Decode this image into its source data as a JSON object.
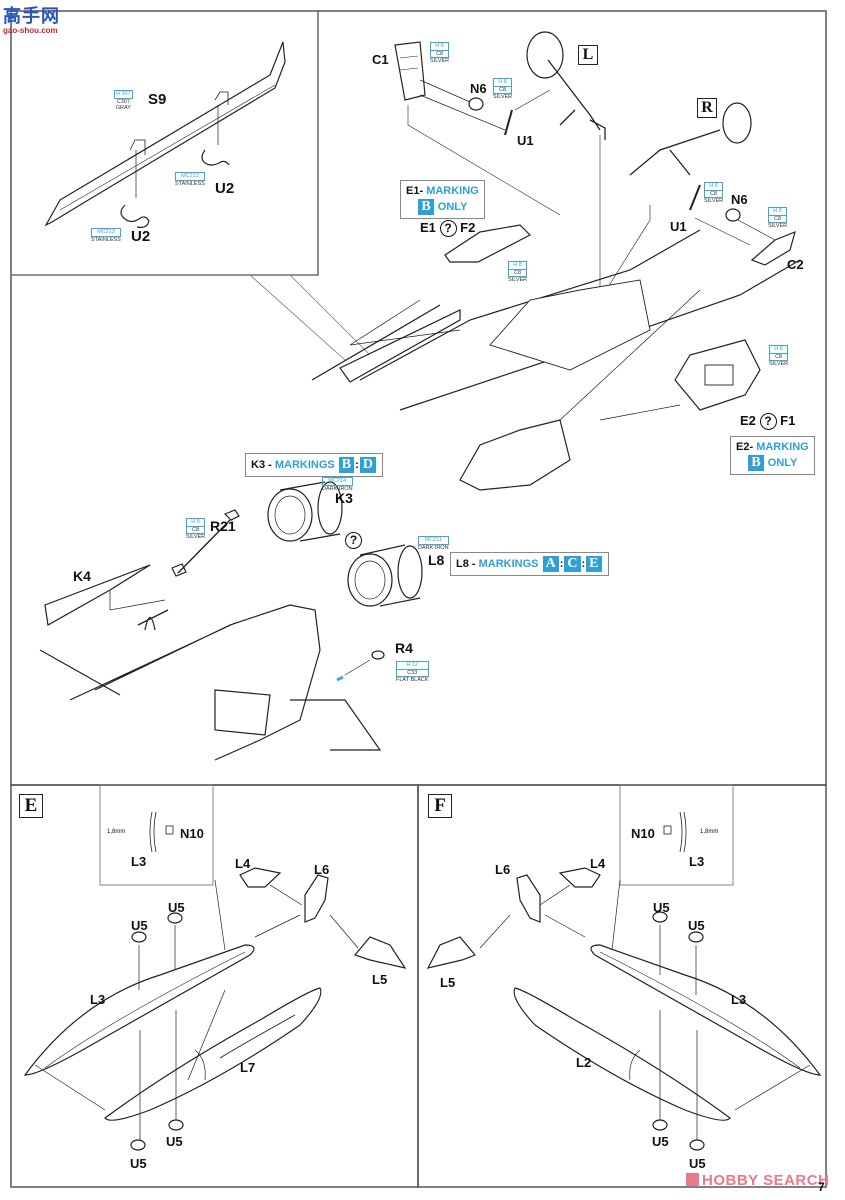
{
  "watermark_top": {
    "brand": "高手网",
    "site": "gao-shou.com"
  },
  "watermark_bottom": {
    "brand": "HOBBY SEARCH"
  },
  "page_number": "7",
  "top_section": {
    "inset": {
      "parts": {
        "s9": "S9",
        "u2a": "U2",
        "u2b": "U2"
      },
      "paint_s9": {
        "code": "H 307",
        "ref": "C307",
        "name": "GRAY"
      },
      "paint_u2a": {
        "code": "MC213",
        "name": "STAINLESS"
      },
      "paint_u2b": {
        "code": "MC213",
        "name": "STAINLESS"
      }
    },
    "parts": {
      "c1": "C1",
      "n6a": "N6",
      "u1a": "U1",
      "step_l": "L",
      "step_r": "R",
      "u1b": "U1",
      "n6b": "N6",
      "c2": "C2",
      "e1": "E1",
      "f2": "F2",
      "e2": "E2",
      "f1": "F1",
      "k3": "K3",
      "r21": "R21",
      "l8": "L8",
      "k4": "K4",
      "r4": "R4"
    },
    "paints": {
      "c1": {
        "code": "H 8",
        "ref": "C8",
        "name": "SILVER"
      },
      "n6a": {
        "code": "H 8",
        "ref": "C8",
        "name": "SILVER"
      },
      "u1b": {
        "code": "H 8",
        "ref": "C8",
        "name": "SILVER"
      },
      "c2": {
        "code": "H 8",
        "ref": "C8",
        "name": "SILVER"
      },
      "f2": {
        "code": "H 8",
        "ref": "C8",
        "name": "SILVER"
      },
      "f1": {
        "code": "H 8",
        "ref": "C8",
        "name": "SILVER"
      },
      "r21": {
        "code": "H 8",
        "ref": "C8",
        "name": "SILVER"
      },
      "k3": {
        "code": "MC214",
        "name": "DARK IRON"
      },
      "l8": {
        "code": "MC211",
        "name": "DARK IRON"
      },
      "r4": {
        "code": "H 12",
        "ref": "C33",
        "name": "FLAT BLACK"
      }
    },
    "option_symbol": "?",
    "markings": {
      "e1": {
        "prefix": "E1-",
        "word": "MARKING",
        "letters": [
          "B"
        ],
        "suffix": "ONLY"
      },
      "e2": {
        "prefix": "E2-",
        "word": "MARKING",
        "letters": [
          "B"
        ],
        "suffix": "ONLY"
      },
      "k3": {
        "prefix": "K3 -",
        "word": "MARKINGS",
        "letters": [
          "B",
          "D"
        ],
        "sep": ":"
      },
      "l8": {
        "prefix": "L8 -",
        "word": "MARKINGS",
        "letters": [
          "A",
          "C",
          "E"
        ],
        "sep": ":"
      }
    }
  },
  "step_e": {
    "step": "E",
    "detail": {
      "measure": "1,8mm",
      "n10": "N10",
      "l3": "L3"
    },
    "parts": {
      "l4": "L4",
      "l6": "L6",
      "l5": "L5",
      "u5": "U5",
      "l3": "L3",
      "l7": "L7"
    }
  },
  "step_f": {
    "step": "F",
    "detail": {
      "measure": "1,8mm",
      "n10": "N10",
      "l3": "L3"
    },
    "parts": {
      "l4": "L4",
      "l6": "L6",
      "l5": "L5",
      "u5": "U5",
      "l3": "L3",
      "l2": "L2"
    }
  },
  "colors": {
    "accent": "#2f9fd6",
    "line": "#222222",
    "frame": "#555555"
  }
}
